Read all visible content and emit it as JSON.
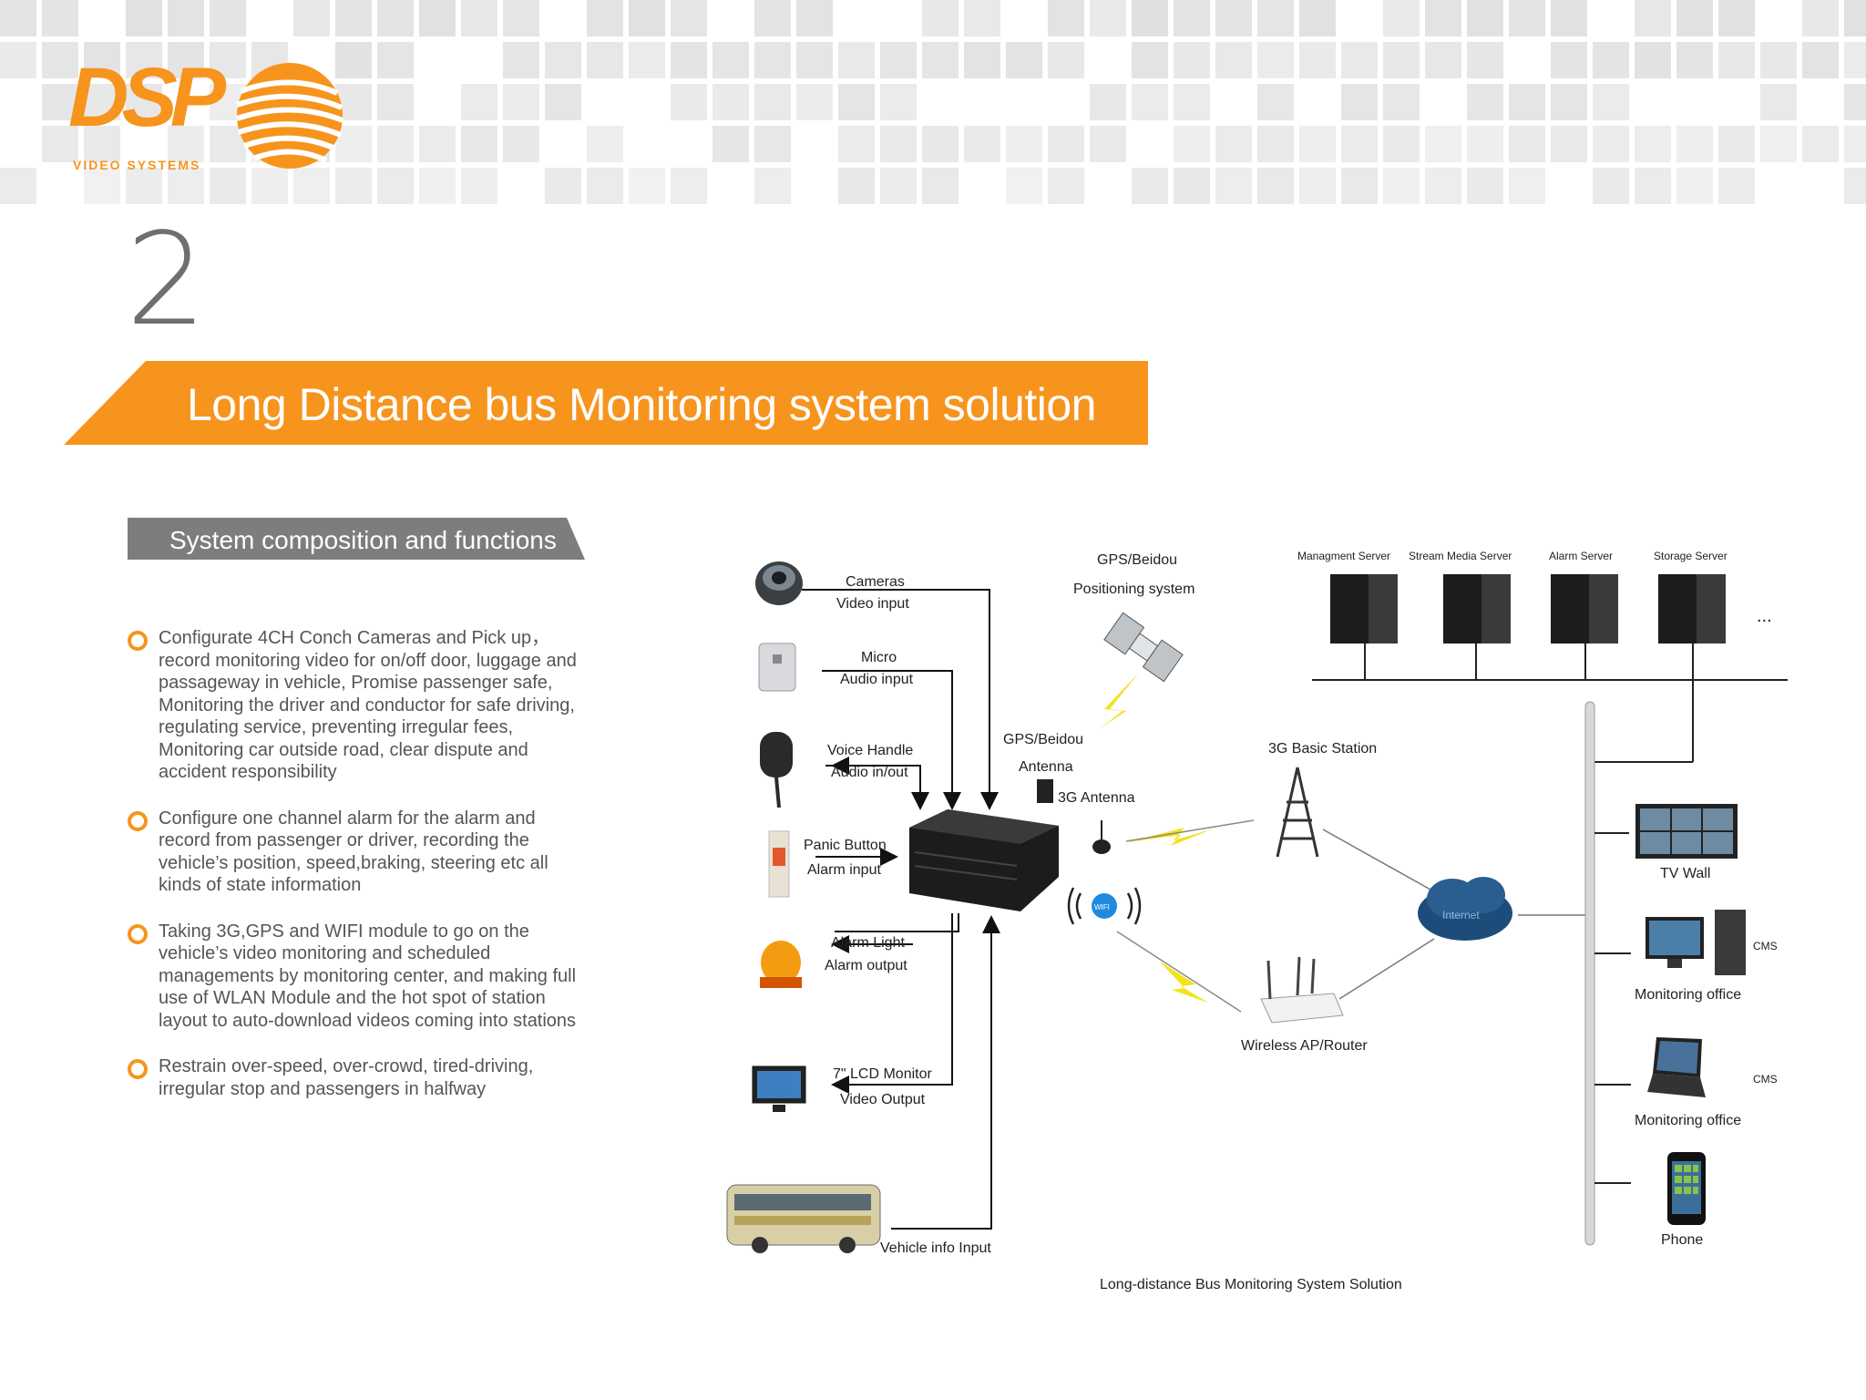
{
  "brand": {
    "logo_text": "DSP",
    "logo_subtext": "VIDEO SYSTEMS",
    "orange": "#f7941d",
    "gray": "#808080"
  },
  "page_number": "2",
  "banner_title": "Long Distance bus Monitoring system solution",
  "section_title": "System composition and functions",
  "features": [
    "Configurate 4CH Conch Cameras and Pick up，record monitoring video for on/off door, luggage and passageway in vehicle, Promise passenger safe, Monitoring the driver and conductor for safe driving, regulating service, preventing irregular fees, Monitoring car outside road, clear dispute and accident responsibility",
    "Configure one channel alarm for the alarm and record from passenger or driver, recording the vehicle’s position, speed,braking, steering etc all kinds of state information",
    "Taking 3G,GPS and WIFI module to go on the vehicle’s video monitoring and scheduled managements by monitoring center, and making full use of WLAN Module and the hot spot of station layout to auto-download videos coming into stations",
    "Restrain over-speed, over-crowd, tired-driving, irregular stop and passengers in halfway"
  ],
  "diagram": {
    "devices": {
      "cameras": {
        "name": "Cameras",
        "desc": "Video input"
      },
      "micro": {
        "name": "Micro",
        "desc": "Audio input"
      },
      "voice": {
        "name": "Voice Handle",
        "desc": "Audio in/out"
      },
      "panic": {
        "name": "Panic Button",
        "desc": "Alarm input"
      },
      "alarm_light": {
        "name": "Alarm Light",
        "desc": "Alarm output"
      },
      "lcd": {
        "name": "7\" LCD Monitor",
        "desc": "Video Output"
      },
      "vehicle": {
        "desc": "Vehicle info Input"
      }
    },
    "gps_system": {
      "line1": "GPS/Beidou",
      "line2": "Positioning system"
    },
    "gps_antenna": {
      "line1": "GPS/Beidou",
      "line2": "Antenna"
    },
    "antenna_3g": "3G Antenna",
    "station_3g": "3G Basic Station",
    "wifi_label": "WIFI",
    "router": "Wireless AP/Router",
    "internet": "Internet",
    "servers": [
      "Managment Server",
      "Stream Media Server",
      "Alarm Server",
      "Storage Server"
    ],
    "servers_more": "...",
    "clients": {
      "tv_wall": "TV Wall",
      "monitoring_office_1": "Monitoring office",
      "monitoring_office_2": "Monitoring office",
      "phone": "Phone",
      "cms": "CMS"
    },
    "caption": "Long-distance Bus Monitoring System Solution"
  }
}
